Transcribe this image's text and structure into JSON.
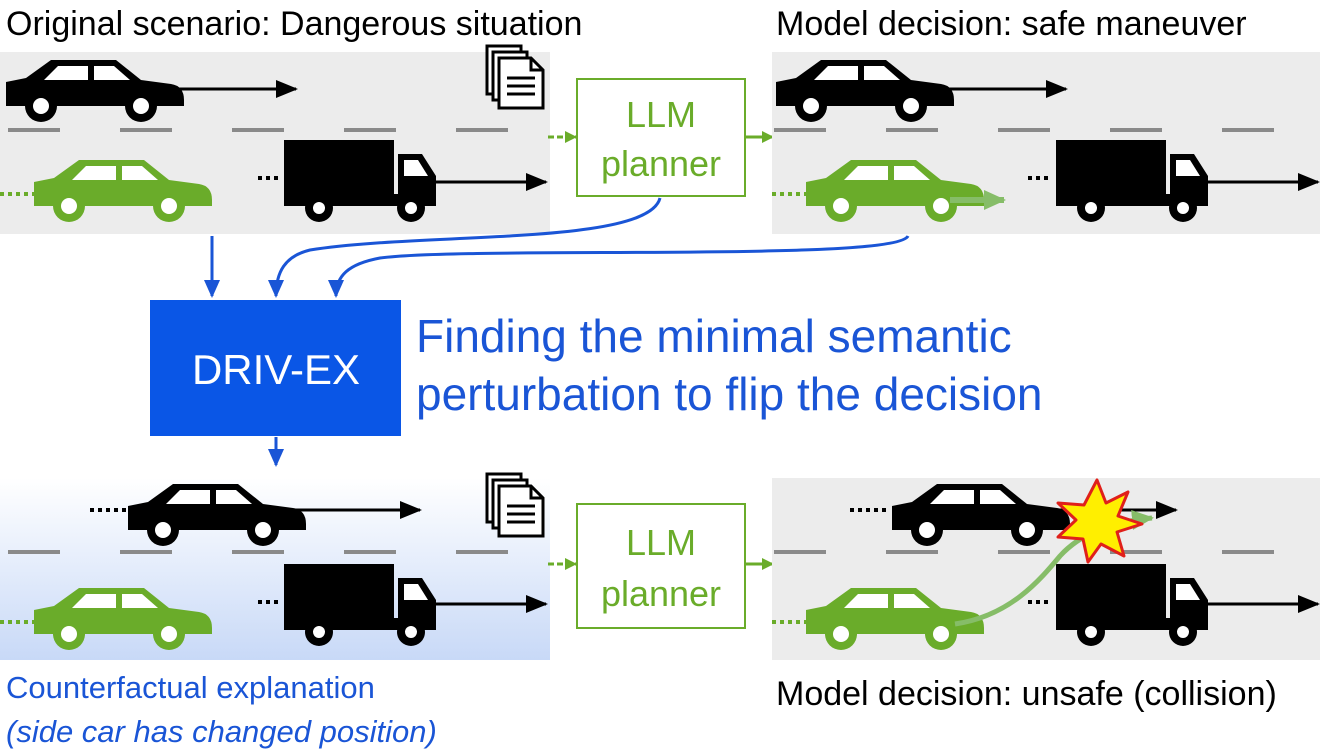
{
  "panels": {
    "original_title": "Original scenario: Dangerous situation",
    "model_safe_title": "Model decision: safe maneuver",
    "model_unsafe_title": "Model decision: unsafe (collision)"
  },
  "planner_top": {
    "line1": "LLM",
    "line2": "planner"
  },
  "planner_bottom": {
    "line1": "LLM",
    "line2": "planner"
  },
  "method": {
    "box_label": "DRIV-EX",
    "caption_line1": "Finding the minimal semantic",
    "caption_line2": "perturbation to flip the decision"
  },
  "counterfactual": {
    "line1": "Counterfactual explanation",
    "line2": "(side car has changed position)"
  },
  "colors": {
    "accent_blue": "#1a55d6",
    "box_blue": "#0a56e6",
    "agent_green": "#6aac2a",
    "road_gray": "#ececec",
    "star_yellow": "#ffef00",
    "star_red": "#e0201a"
  },
  "icons": [
    "document-stack-icon",
    "car-icon",
    "truck-icon",
    "collision-star-icon"
  ]
}
